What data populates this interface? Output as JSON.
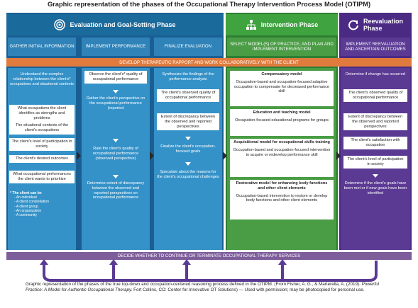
{
  "title": "Graphic representation of the phases of the Occupational Therapy Intervention Process Model (OTIPM)",
  "phases": {
    "evaluation": "Evaluation and Goal-Setting Phase",
    "intervention": "Intervention Phase",
    "reevaluation_line1": "Reevaluation",
    "reevaluation_line2": "Phase"
  },
  "steps": [
    "GATHER INITIAL INFORMATION",
    "IMPLEMENT PERFORMANCE",
    "FINALIZE EVALUATION",
    "SELECT MODEL(S) OF PRACTICE, AND PLAN AND IMPLEMENT INTERVENTION",
    "IMPLEMENT REEVALUATION AND ASCERTAIN OUTCOMES"
  ],
  "banner_top": "DEVELOP THERAPEUTIC RAPPORT AND WORK COLLABORATIVELY WITH THE CLIENT",
  "banner_bottom": "DECIDE WHETHER TO CONTINUE OR TERMINATE OCCUPATIONAL THERAPY SERVICES",
  "col1": {
    "intro": "Understand the complex relationship between the client's* occupations and situational contexts",
    "boxes": [
      "What occupations the client identifies as strengths and problems",
      "The situational contexts of the client's occupations",
      "The client's level of participation in society",
      "The client's desired outcomes",
      "What occupational performances the client wants to prioritize"
    ],
    "note_head": "* The client can be",
    "note_items": [
      "- An individual",
      "- A client constellation",
      "- A client group",
      "- An organization",
      "- A community"
    ]
  },
  "col2": {
    "box1": "Observe the client's* quality of occupational performance",
    "text1": "Gather the client's perspective on the occupational performance (reported",
    "text2": "Rate the client's quality of occupational performance (observed perspective)",
    "text3": "Determine extent of discrepancy between the observed and reported perspectives on occupational performance"
  },
  "col3": {
    "intro": "Synthesize the findings of the performance analysis",
    "box1": "The client's observed quality of occupational performance",
    "box2": "Extent of discrepancy between the observed and reported perspectives",
    "text1": "Finalize the client's occupation-focused goals",
    "text2": "Speculate about the reasons for the client's occupational challenges"
  },
  "col4": {
    "models": [
      {
        "head": "Compensatory model",
        "body": "Occupation-based and occupation-focused adaptive occupation to compensate for decreased performance skill"
      },
      {
        "head": "Education and teaching model",
        "body": "Occupation-focused educational programs for groups"
      },
      {
        "head": "Acquisitional model for occupational skills training",
        "body": "Occupation-based and occupation-focused intervention to acquire or redevelop performance skill"
      },
      {
        "head": "Restorative model for enhancing body functions and other client elements",
        "body": "Occupation-based intervention to restore or develop body functions and other client elements"
      }
    ]
  },
  "col5": {
    "intro": "Determine if change has occurred",
    "boxes": [
      "The client's observed quality of occupational performance",
      "Extent of discrepancy between the observed and reported perspectives",
      "The client's satisfaction with occupation",
      "The client's level of participation in society"
    ],
    "outro": "Determine if the client's goals have been met or if new goals have been identified"
  },
  "caption_a": "Graphic representation of the phases of the true top-down and occupation-centered reasoning process defined in the OTIPM. (From Fisher, A. G., & Marterella, A. (2019).",
  "caption_b": "Powerful Practice: A Model for Authentic Occupational Therapy.",
  "caption_c": "Fort Collins, CO: Center for Innovative OT Solutions) — Used with permission; may be photocopied for personal use.",
  "colors": {
    "evaluation": "#1b6a9c",
    "intervention": "#3fa33f",
    "reevaluation": "#4b2a84",
    "rapport": "#e07b3d",
    "decide": "#7e5d9b"
  },
  "icons": [
    "target-icon",
    "hierarchy-icon",
    "refresh-icon"
  ]
}
